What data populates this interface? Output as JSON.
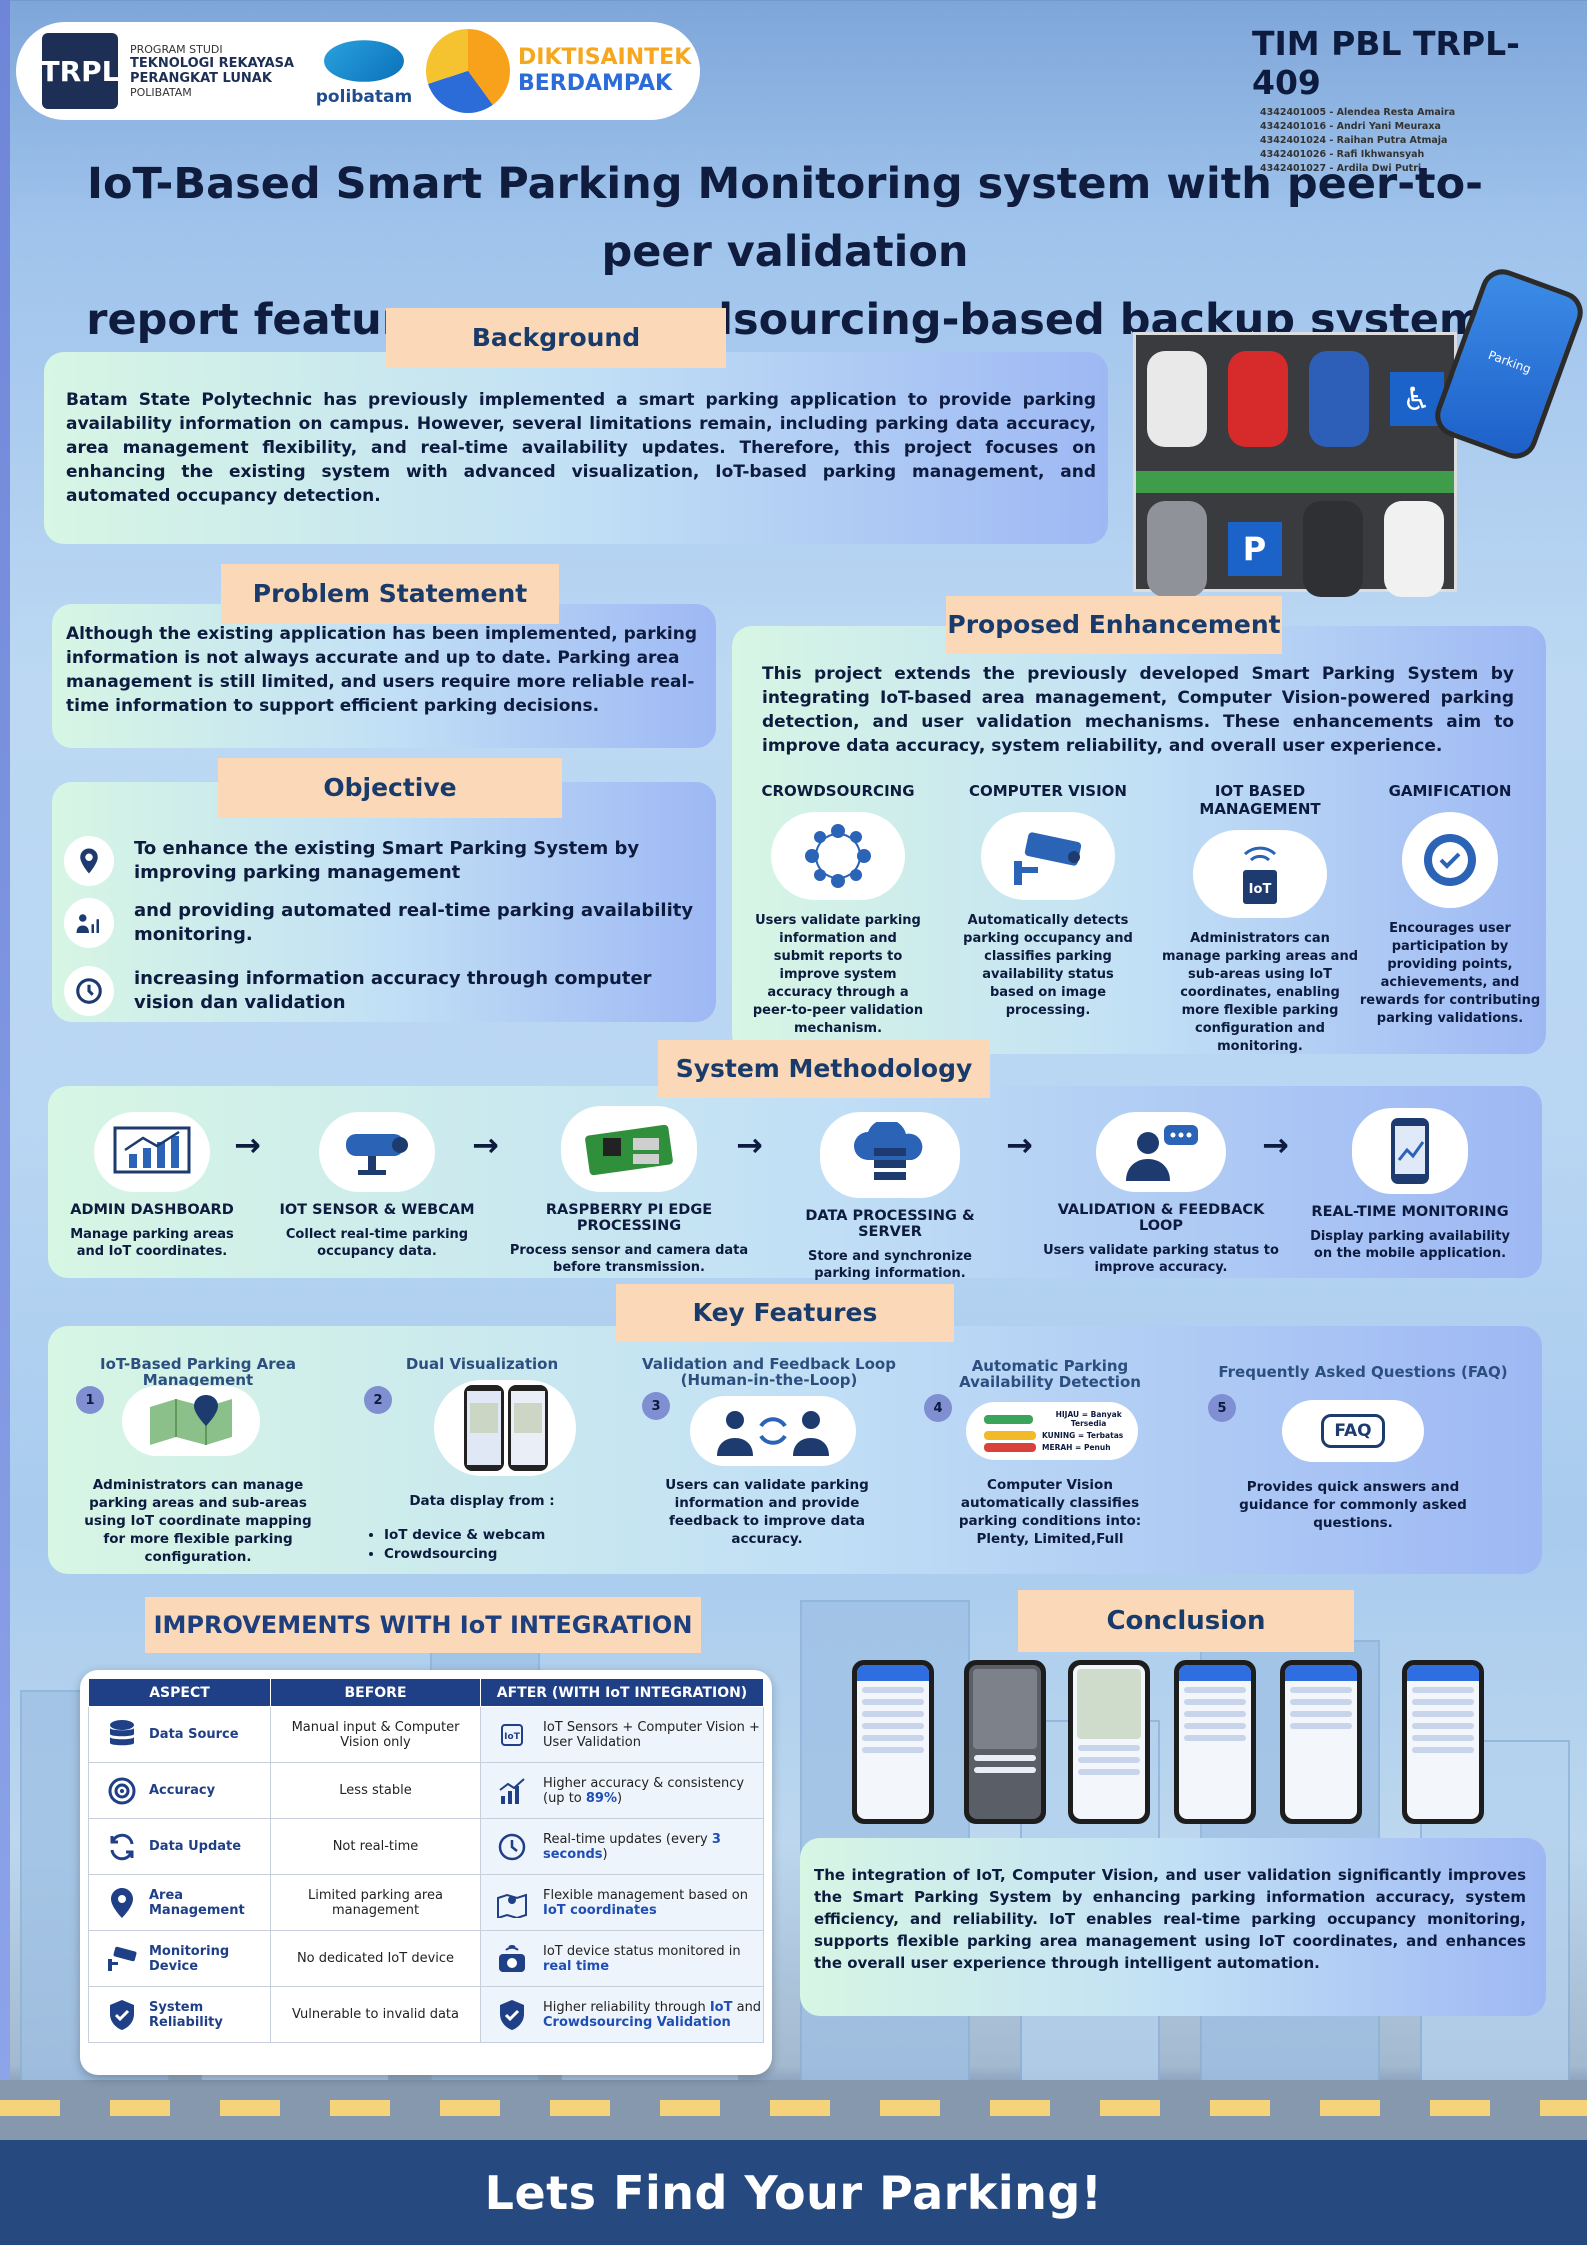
{
  "header": {
    "trpl_logo": "TRPL",
    "program_label": "PROGRAM STUDI",
    "program_name": "TEKNOLOGI REKAYASA PERANGKAT LUNAK",
    "institution": "POLIBATAM",
    "polibatam_logo": "polibatam",
    "dikti_line1": "DIKTISAINTEK",
    "dikti_line2": "BERDAMPAK"
  },
  "team": {
    "title": "TIM PBL TRPL-409",
    "members": [
      "4342401005 - Alendea Resta Amaira",
      "4342401016 - Andri Yani Meuraxa",
      "4342401024 - Raihan Putra Atmaja",
      "4342401026 - Rafi Ikhwansyah",
      "4342401027 - Ardila Dwi Putri"
    ]
  },
  "title": {
    "line1": "IoT-Based Smart Parking Monitoring system with peer-to-peer validation",
    "line2": "report features as a crowdsourcing-based backup system"
  },
  "background": {
    "heading": "Background",
    "text": "Batam State Polytechnic has previously implemented a smart parking application to provide parking availability information on campus. However, several limitations remain, including parking data accuracy, area management flexibility, and real-time availability updates. Therefore, this project focuses on enhancing the existing system with advanced visualization, IoT-based parking management, and automated occupancy detection."
  },
  "phone_label": "Parking",
  "problem": {
    "heading": "Problem Statement",
    "text": "Although the existing application has been implemented, parking information is not always accurate and up to date. Parking area management is still limited, and users require more reliable real-time information to support efficient parking decisions."
  },
  "objective": {
    "heading": "Objective",
    "items": [
      {
        "icon": "location-pin-icon",
        "text": "To enhance the existing Smart Parking System by improving parking management"
      },
      {
        "icon": "user-chart-icon",
        "text": "and providing automated real-time parking availability monitoring."
      },
      {
        "icon": "clock-icon",
        "text": "increasing information accuracy through computer vision dan validation"
      }
    ]
  },
  "enhancement": {
    "heading": "Proposed Enhancement",
    "text": "This project extends the previously developed Smart Parking System by integrating IoT-based area management, Computer Vision-powered parking detection, and user validation mechanisms. These enhancements aim to improve data accuracy, system reliability, and overall user experience.",
    "items": [
      {
        "title": "CROWDSOURCING",
        "icon": "network-people-icon",
        "text": "Users validate parking information and submit reports to improve system accuracy through a peer-to-peer validation mechanism."
      },
      {
        "title": "COMPUTER VISION",
        "icon": "cctv-camera-icon",
        "text": "Automatically detects parking occupancy and classifies parking availability status based on image processing."
      },
      {
        "title": "IOT BASED MANAGEMENT",
        "icon": "iot-chip-icon",
        "text": "Administrators can manage parking areas and sub-areas using IoT coordinates, enabling more flexible parking configuration and monitoring."
      },
      {
        "title": "GAMIFICATION",
        "icon": "badge-icon",
        "text": "Encourages user participation by providing points, achievements, and rewards for contributing parking validations."
      }
    ]
  },
  "methodology": {
    "heading": "System Methodology",
    "arrow": "→",
    "steps": [
      {
        "title": "ADMIN DASHBOARD",
        "icon": "dashboard-chart-icon",
        "text": "Manage parking areas and IoT coordinates."
      },
      {
        "title": "IOT SENSOR & WEBCAM",
        "icon": "security-camera-icon",
        "text": "Collect real-time parking occupancy data."
      },
      {
        "title": "RASPBERRY PI EDGE PROCESSING",
        "icon": "raspberry-pi-icon",
        "text": "Process sensor and camera data before transmission."
      },
      {
        "title": "DATA PROCESSING & SERVER",
        "icon": "cloud-server-icon",
        "text": "Store and synchronize parking information."
      },
      {
        "title": "VALIDATION & FEEDBACK LOOP",
        "icon": "user-feedback-icon",
        "text": "Users validate parking status to improve accuracy."
      },
      {
        "title": "REAL-TIME MONITORING",
        "icon": "mobile-monitor-icon",
        "text": "Display parking availability on the mobile application."
      }
    ]
  },
  "features": {
    "heading": "Key Features",
    "items": [
      {
        "num": "1",
        "title": "IoT-Based Parking Area Management",
        "icon": "map-pin-icon",
        "text": "Administrators can manage parking areas and sub-areas using IoT coordinate mapping for more flexible parking configuration."
      },
      {
        "num": "2",
        "title": "Dual Visualization",
        "icon": "phones-icon",
        "text": "Data display from :",
        "bullets": [
          "IoT device & webcam",
          "Crowdsourcing"
        ]
      },
      {
        "num": "3",
        "title": "Validation and Feedback Loop (Human-in-the-Loop)",
        "icon": "users-sync-icon",
        "text": "Users can validate parking information and provide feedback to improve data accuracy."
      },
      {
        "num": "4",
        "title": "Automatic Parking Availability Detection",
        "icon": "status-levels-icon",
        "levels": [
          "HIJAU = Banyak Tersedia",
          "KUNING = Terbatas",
          "MERAH = Penuh"
        ],
        "text": "Computer Vision automatically classifies parking conditions into: Plenty, Limited,Full"
      },
      {
        "num": "5",
        "title": "Frequently Asked Questions (FAQ)",
        "icon": "faq-bubble-icon",
        "faq": "FAQ",
        "text": "Provides quick answers and guidance for commonly asked questions."
      }
    ]
  },
  "improvements": {
    "heading": "IMPROVEMENTS WITH IoT INTEGRATION",
    "columns": [
      "ASPECT",
      "BEFORE",
      "AFTER (WITH IoT INTEGRATION)"
    ],
    "rows": [
      {
        "icon": "database-icon",
        "aspect": "Data Source",
        "before": "Manual input & Computer Vision only",
        "after_icon": "iot-icon",
        "after": "IoT Sensors + Computer Vision + User Validation"
      },
      {
        "icon": "target-icon",
        "aspect": "Accuracy",
        "before": "Less stable",
        "after_icon": "trend-up-icon",
        "after": "Higher accuracy & consistency (up to ",
        "after_hl": "89%",
        "after_end": ")"
      },
      {
        "icon": "refresh-icon",
        "aspect": "Data Update",
        "before": "Not real-time",
        "after_icon": "clock-icon",
        "after": "Real-time updates (every ",
        "after_hl": "3 seconds",
        "after_end": ")"
      },
      {
        "icon": "location-pin-icon",
        "aspect": "Area Management",
        "before": "Limited parking area management",
        "after_icon": "map-pin-icon",
        "after": "Flexible management based on ",
        "after_hl": "IoT coordinates",
        "after_end": ""
      },
      {
        "icon": "cctv-icon",
        "aspect": "Monitoring Device",
        "before": "No dedicated IoT device",
        "after_icon": "camera-device-icon",
        "after": "IoT device status monitored in ",
        "after_hl": "real time",
        "after_end": ""
      },
      {
        "icon": "shield-check-icon",
        "aspect": "System Reliability",
        "before": "Vulnerable to invalid data",
        "after_icon": "shield-check-icon",
        "after": "Higher reliability through ",
        "after_hl": "IoT",
        "after_mid": " and ",
        "after_hl2": "Crowdsourcing Validation",
        "after_end": ""
      }
    ]
  },
  "conclusion": {
    "heading": "Conclusion",
    "text": "The integration of IoT, Computer Vision, and user validation significantly improves the Smart Parking System by enhancing parking information accuracy, system efficiency, and reliability. IoT enables real-time parking occupancy monitoring, supports flexible parking area management using IoT coordinates, and enhances the overall user experience through intelligent automation."
  },
  "footer": {
    "slogan": "Lets Find Your Parking!"
  },
  "colors": {
    "accent": "#1f3f87",
    "label_bg": "#fad8b8",
    "footer_bg": "#26497f"
  }
}
